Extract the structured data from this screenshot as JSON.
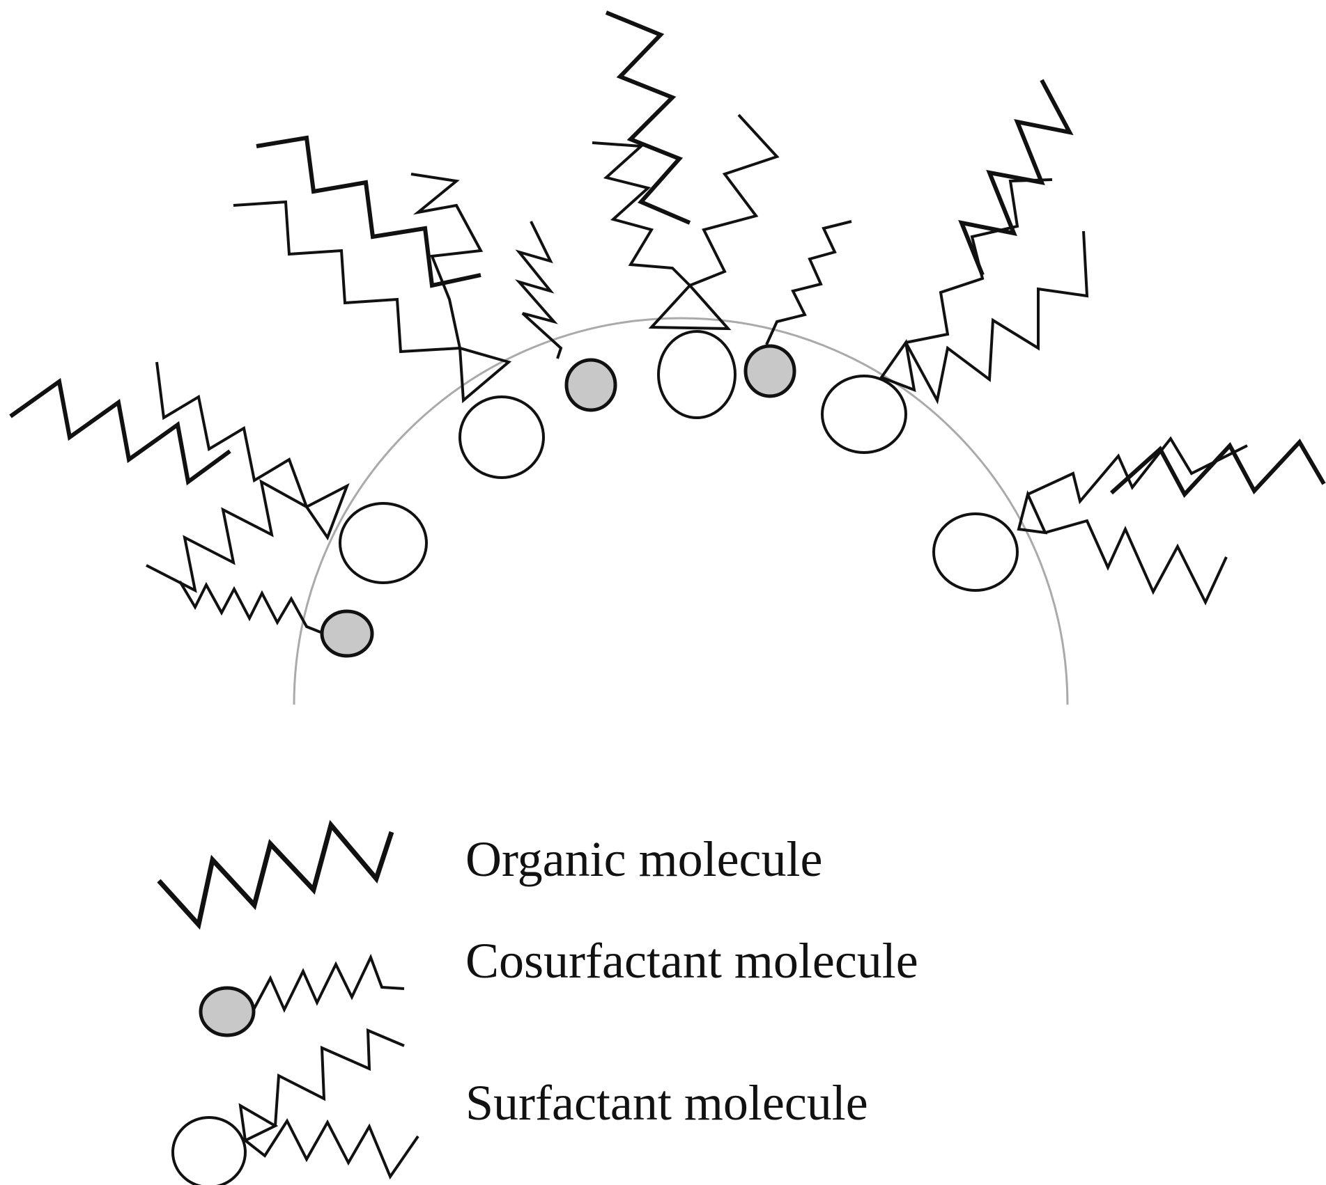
{
  "legend": {
    "organic": "Organic molecule",
    "cosurfactant": "Cosurfactant molecule",
    "surfactant": "Surfactant molecule"
  },
  "colors": {
    "line": "#111111",
    "droplet_boundary": "#aaaaaa",
    "cosurfactant_fill": "#c8c8c8",
    "head_fill": "#ffffff"
  },
  "icons": {
    "organic": "zigzag-chain-icon",
    "cosurfactant": "grey-head-short-tail-icon",
    "surfactant": "circle-triangle-double-tail-icon"
  }
}
